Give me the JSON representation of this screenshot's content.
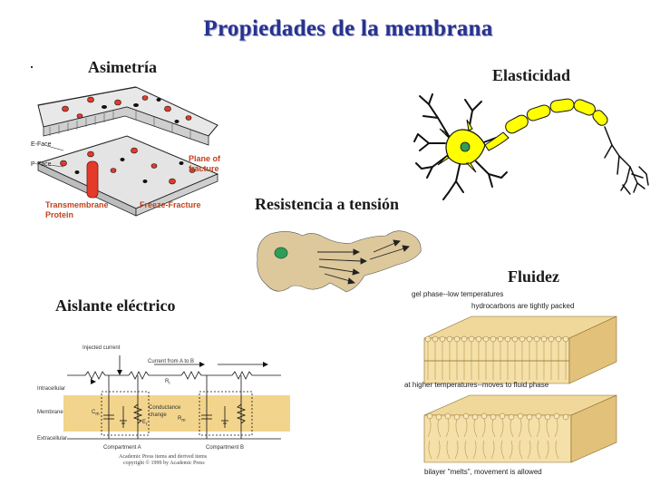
{
  "title": "Propiedades de la membrana",
  "asymmetry": {
    "heading": "Asimetría",
    "e_face": "E-Face",
    "p_face": "P-Face",
    "plane_of_fracture": "Plane of fracture",
    "transmembrane_protein": "Transmembrane Protein",
    "freeze_fracture": "Freeze-Fracture"
  },
  "elasticity": {
    "heading": "Elasticidad"
  },
  "tension": {
    "heading": "Resistencia a tensión"
  },
  "fluidity": {
    "heading": "Fluidez",
    "gel_phase": "gel phase--low temperatures",
    "tightly_packed": "hydrocarbons are tightly packed",
    "higher_temps": "at higher temperatures--moves to fluid phase",
    "bilayer_melts": "bilayer \"melts\", movement is allowed"
  },
  "insulator": {
    "heading": "Aislante eléctrico",
    "injected_current": "Injected current",
    "current_a_to_b": "Current from A to B",
    "ri": "R",
    "ri_sub": "i",
    "intracellular": "Intracellular",
    "membrane": "Membrane",
    "extracellular": "Extracellular",
    "cm": "C",
    "cm_sub": "m",
    "conductance_change": "Conductance change",
    "er": "E",
    "er_sub": "r",
    "rm": "R",
    "rm_sub": "m",
    "compartment_a": "Compartment A",
    "compartment_b": "Compartment B",
    "copyright_1": "Academic Press items and derived items",
    "copyright_2": "copyright © 1999 by Academic Press"
  },
  "colors": {
    "title": "#27338f",
    "neuron": "#ffff00",
    "nucleus": "#2e9e56",
    "membrane_band": "#f2d48c",
    "lipid_head": "#f0d89a",
    "cell_fill": "#ddc89c",
    "protein": "#e33a2a",
    "fracture_label": "#c2421b"
  }
}
